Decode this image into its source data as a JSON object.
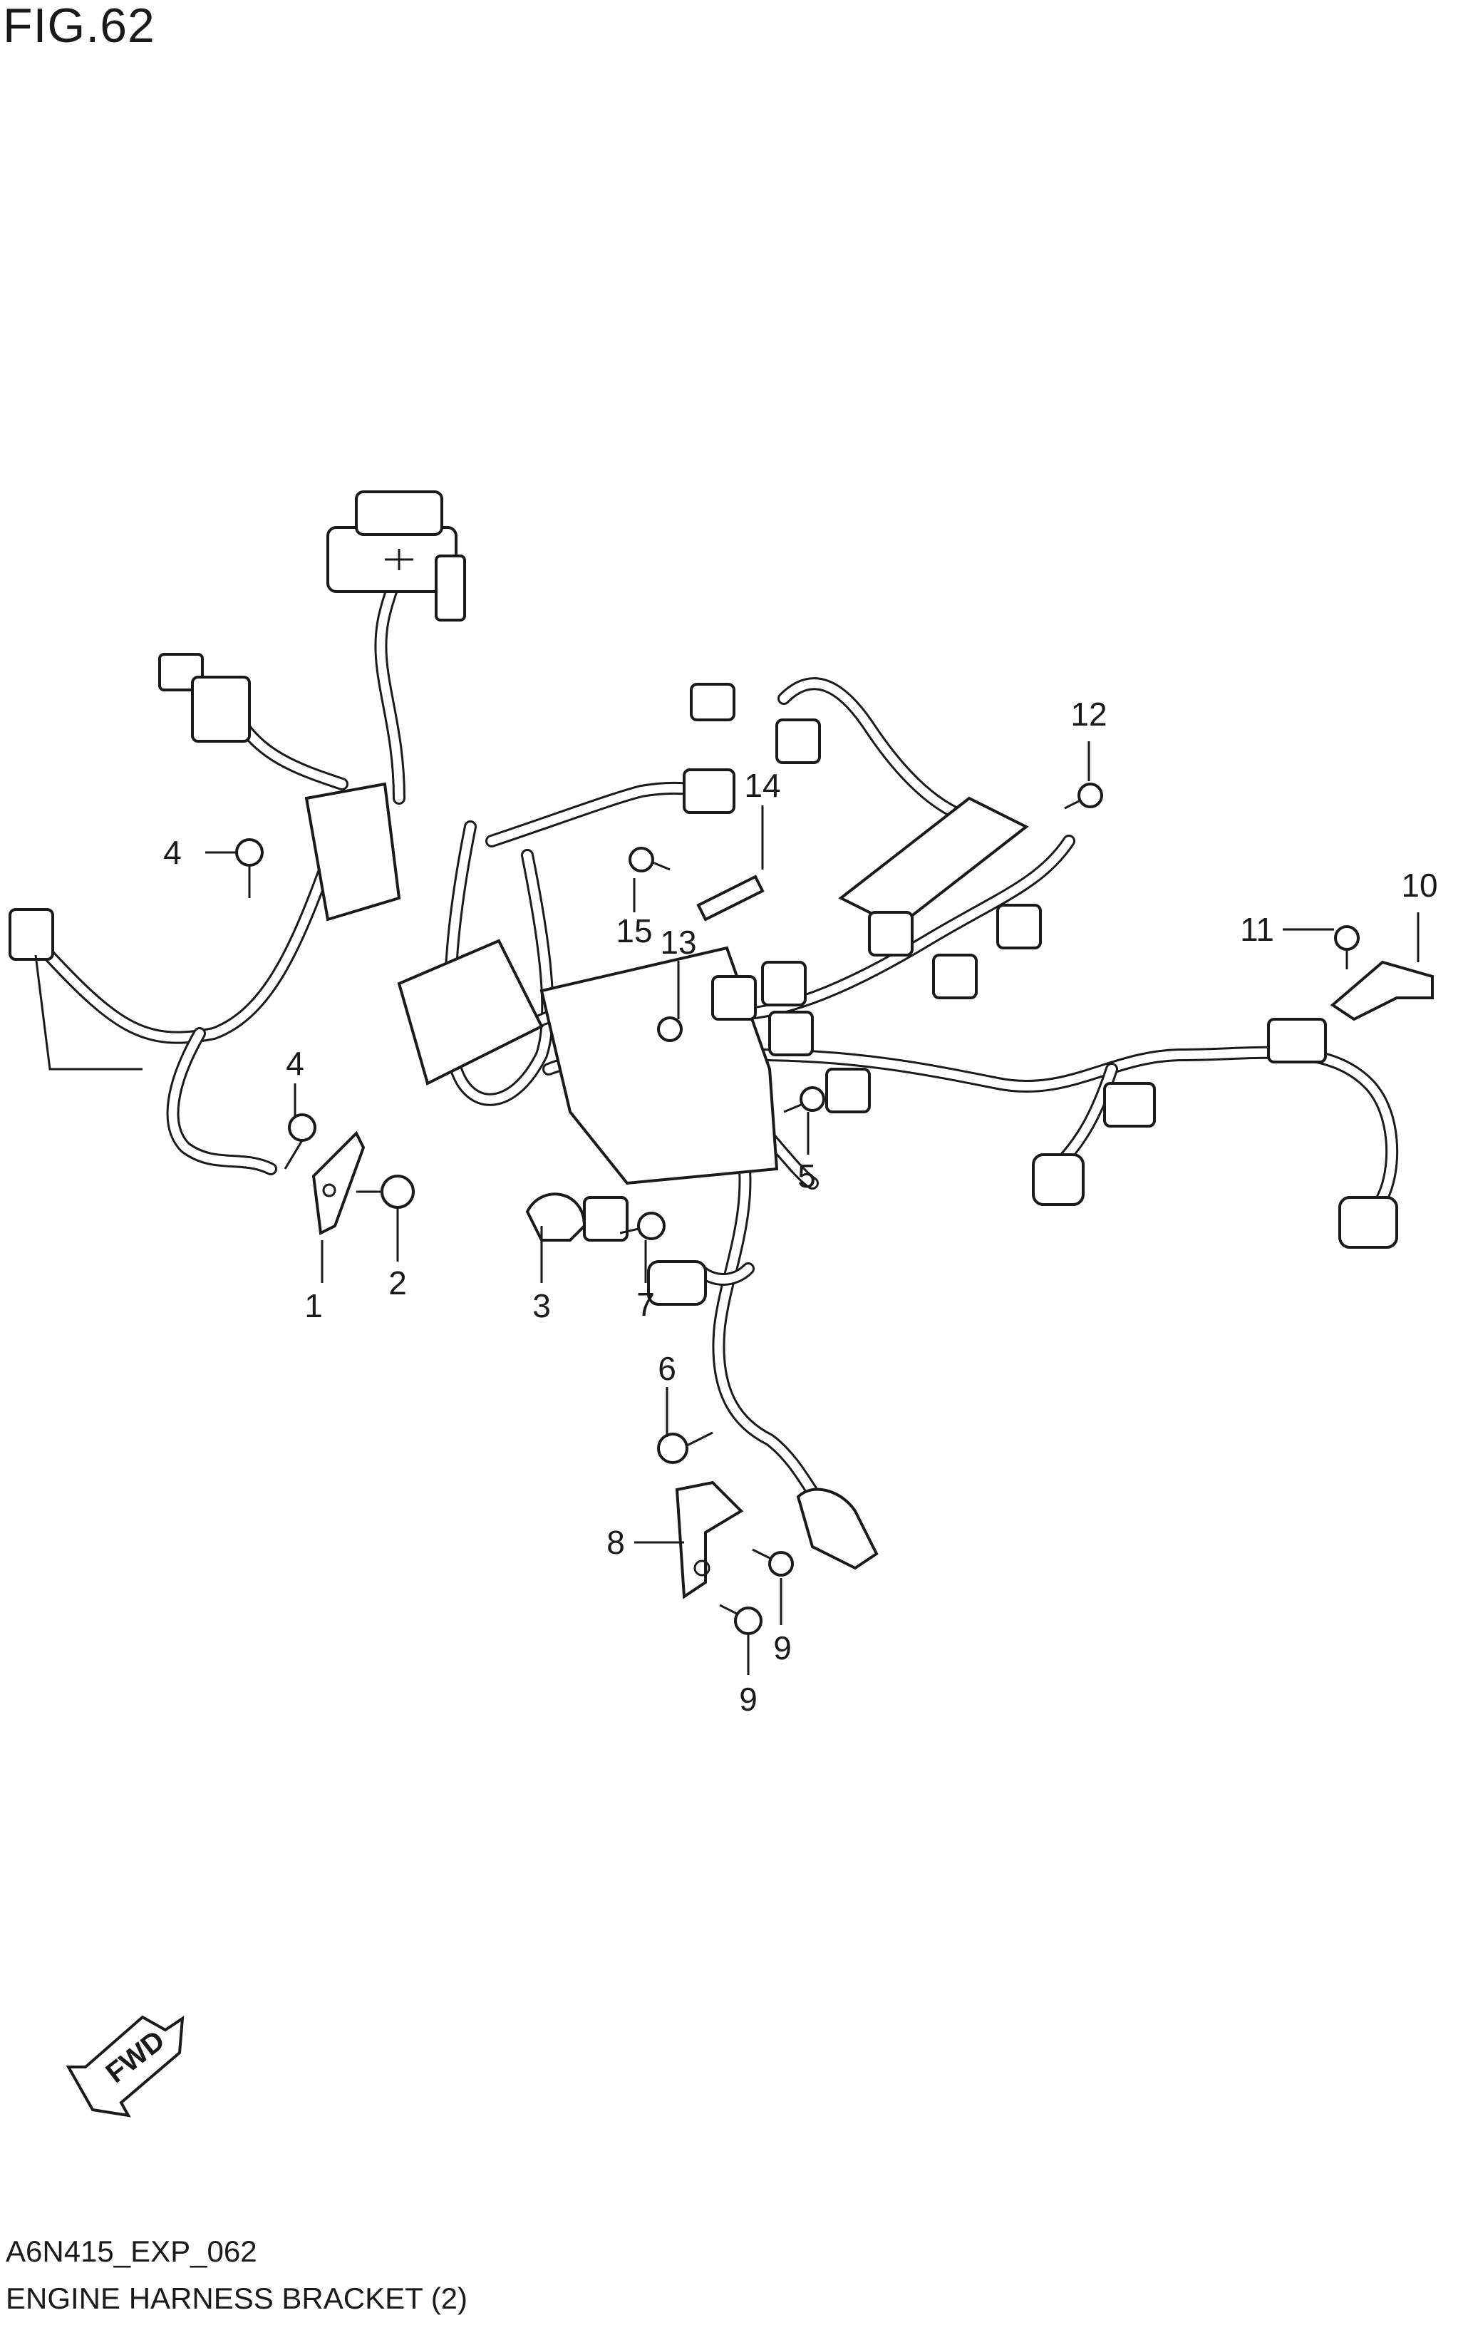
{
  "figure": {
    "title": "FIG.62",
    "code": "A6N415_EXP_062",
    "name": "ENGINE HARNESS BRACKET (2)",
    "direction_label": "FWD"
  },
  "callouts": [
    {
      "id": "c1",
      "label": "1"
    },
    {
      "id": "c2",
      "label": "2"
    },
    {
      "id": "c3",
      "label": "3"
    },
    {
      "id": "c4a",
      "label": "4"
    },
    {
      "id": "c4b",
      "label": "4"
    },
    {
      "id": "c5",
      "label": "5"
    },
    {
      "id": "c6",
      "label": "6"
    },
    {
      "id": "c7",
      "label": "7"
    },
    {
      "id": "c8",
      "label": "8"
    },
    {
      "id": "c9a",
      "label": "9"
    },
    {
      "id": "c9b",
      "label": "9"
    },
    {
      "id": "c10",
      "label": "10"
    },
    {
      "id": "c11",
      "label": "11"
    },
    {
      "id": "c12",
      "label": "12"
    },
    {
      "id": "c13",
      "label": "13"
    },
    {
      "id": "c14",
      "label": "14"
    },
    {
      "id": "c15",
      "label": "15"
    }
  ],
  "colors": {
    "ink": "#1a1a1a",
    "paper": "#ffffff"
  }
}
